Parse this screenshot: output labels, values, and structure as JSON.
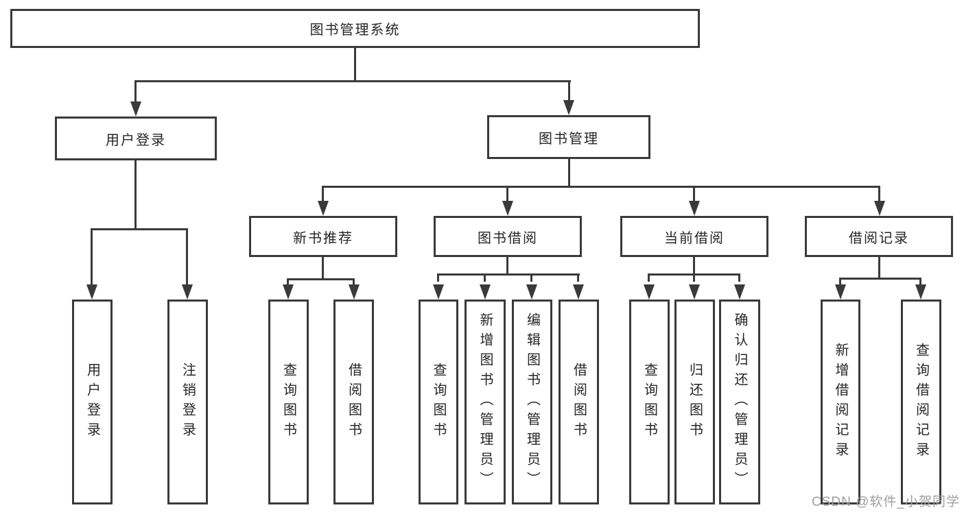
{
  "diagram": {
    "root": {
      "label": "图书管理系统"
    },
    "level2": [
      {
        "label": "用户登录"
      },
      {
        "label": "图书管理"
      }
    ],
    "level3": [
      {
        "label": "新书推荐"
      },
      {
        "label": "图书借阅"
      },
      {
        "label": "当前借阅"
      },
      {
        "label": "借阅记录"
      }
    ],
    "leaves": [
      {
        "label": "用户登录"
      },
      {
        "label": "注销登录"
      },
      {
        "label": "查询图书"
      },
      {
        "label": "借阅图书"
      },
      {
        "label": "查询图书"
      },
      {
        "label": "新增图书（管理员）"
      },
      {
        "label": "编辑图书（管理员）"
      },
      {
        "label": "借阅图书"
      },
      {
        "label": "查询图书"
      },
      {
        "label": "归还图书"
      },
      {
        "label": "确认归还（管理员）"
      },
      {
        "label": "新增借阅记录"
      },
      {
        "label": "查询借阅记录"
      }
    ]
  },
  "watermark": {
    "text": "CSDN @软件_小贺同学"
  },
  "colors": {
    "line": "#3a3a3a",
    "text": "#262626",
    "watermark": "#9e9e9e",
    "background": "#ffffff"
  }
}
